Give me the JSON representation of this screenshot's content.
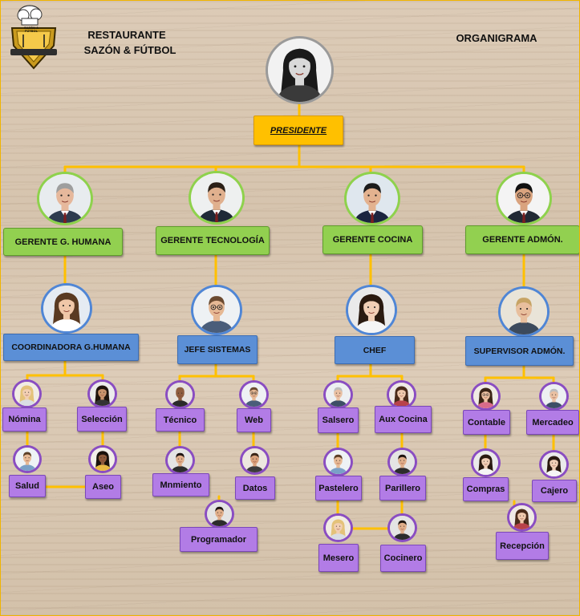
{
  "header": {
    "company_line1": "RESTAURANTE",
    "company_line2": "SAZÓN & FÚTBOL",
    "chart_title": "ORGANIGRAMA",
    "logo_text": "SAZÓN & FÚTBOL"
  },
  "president": {
    "label": "PRESIDENTE"
  },
  "managers": [
    {
      "label": "GERENTE G. HUMANA"
    },
    {
      "label": "GERENTE TECNOLOGÍA"
    },
    {
      "label": "GERENTE COCINA"
    },
    {
      "label": "GERENTE ADMÓN."
    }
  ],
  "leads": [
    {
      "label": "COORDINADORA G.HUMANA"
    },
    {
      "label": "JEFE SISTEMAS"
    },
    {
      "label": "CHEF"
    },
    {
      "label": "SUPERVISOR ADMÓN."
    }
  ],
  "staff": {
    "nomina": "Nómina",
    "seleccion": "Selección",
    "salud": "Salud",
    "aseo": "Aseo",
    "tecnico": "Técnico",
    "web": "Web",
    "mnmiento": "Mnmiento",
    "datos": "Datos",
    "programador": "Programador",
    "salsero": "Salsero",
    "aux_cocina": "Aux Cocina",
    "pastelero": "Pastelero",
    "parillero": "Parillero",
    "mesero": "Mesero",
    "cocinero": "Cocinero",
    "contable": "Contable",
    "mercadeo": "Mercadeo",
    "compras": "Compras",
    "cajero": "Cajero",
    "recepcion": "Recepción"
  },
  "colors": {
    "connector": "#ffc000",
    "manager_box": "#92d050",
    "lead_box": "#5b8fd6",
    "staff_box": "#b27ce6",
    "president_box": "#ffc000"
  },
  "icons": {
    "portrait": "person-photo-icon",
    "logo": "chef-hat-logo-icon"
  }
}
